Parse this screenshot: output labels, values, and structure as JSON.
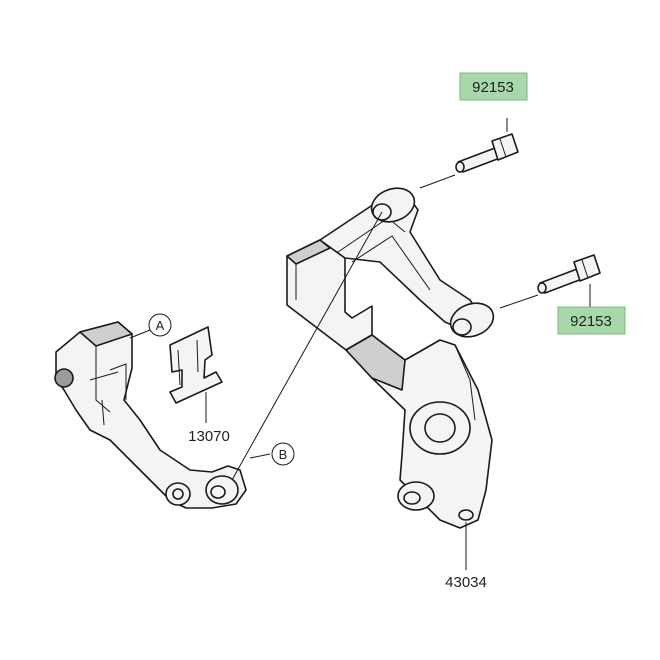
{
  "diagram": {
    "parts": [
      {
        "number": "92153",
        "highlighted": true
      },
      {
        "number": "92153",
        "highlighted": true
      },
      {
        "number": "13070",
        "highlighted": false
      },
      {
        "number": "43034",
        "highlighted": false
      }
    ],
    "callouts": [
      {
        "letter": "A"
      },
      {
        "letter": "B"
      }
    ],
    "colors": {
      "highlight": "#a7d8a9",
      "line": "#1a1a1a",
      "shade": "#cfcfcf"
    }
  }
}
